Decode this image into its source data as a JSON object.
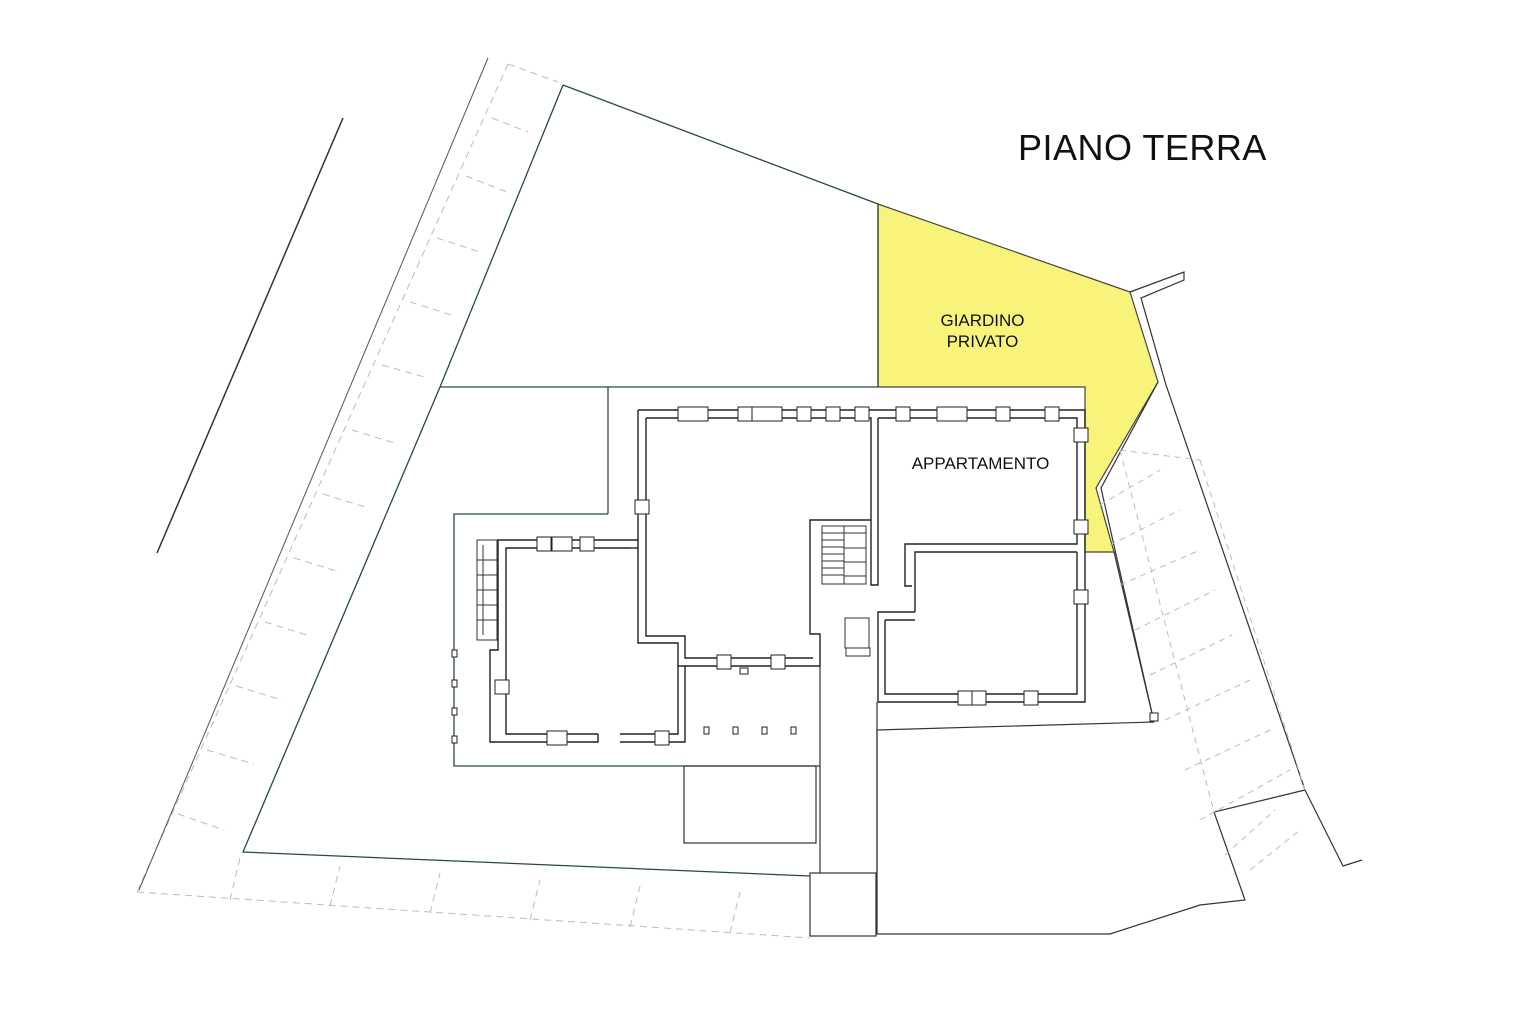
{
  "plan": {
    "title": "PIANO TERRA",
    "garden_label_line1": "GIARDINO",
    "garden_label_line2": "PRIVATO",
    "apartment_label": "APPARTAMENTO"
  },
  "colors": {
    "garden_highlight": "#f7f37b",
    "wall_fill": "#ffffff",
    "wall_stroke": "#222222",
    "boundary_stroke": "#2a4a3a",
    "dashed_stroke": "#bbbbbb"
  }
}
